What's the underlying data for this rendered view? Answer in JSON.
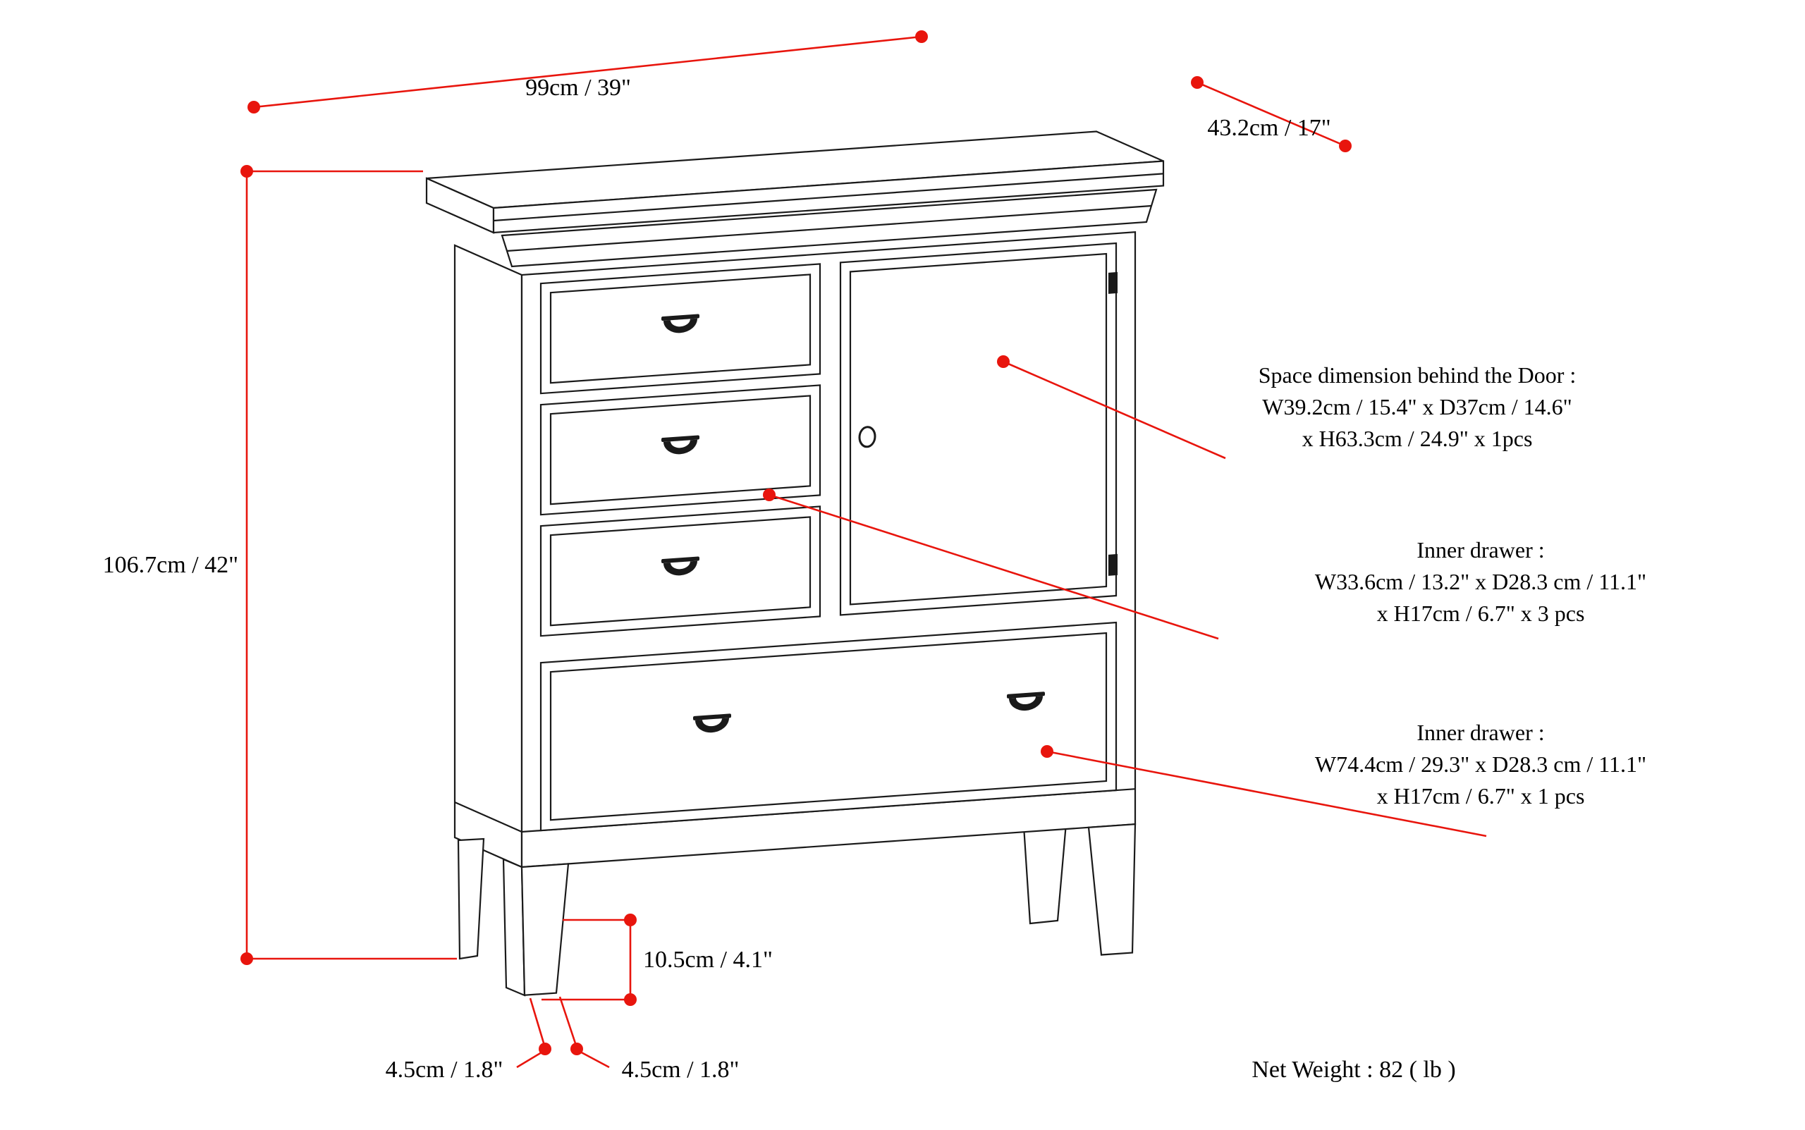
{
  "figure": {
    "type": "product-dimension-diagram",
    "product": "storage cabinet with three small drawers, one door and one large bottom drawer"
  },
  "colors": {
    "accent_red": "#e8150d",
    "line_black": "#1a1a1a",
    "background": "#ffffff"
  },
  "dimensions": {
    "width": "99cm / 39\"",
    "depth": "43.2cm / 17\"",
    "height": "106.7cm / 42\"",
    "leg_height": "10.5cm / 4.1\"",
    "leg_front_width": "4.5cm / 1.8\"",
    "leg_side_width": "4.5cm / 1.8\""
  },
  "annotations": {
    "door_space": {
      "line1": "Space dimension behind the Door :",
      "line2": "W39.2cm / 15.4\" x D37cm / 14.6\"",
      "line3": "x H63.3cm / 24.9\" x 1pcs"
    },
    "inner_drawer_small": {
      "line1": "Inner drawer :",
      "line2": "W33.6cm / 13.2\" x D28.3 cm / 11.1\"",
      "line3": "x H17cm / 6.7\" x 3 pcs"
    },
    "inner_drawer_large": {
      "line1": "Inner drawer :",
      "line2": "W74.4cm / 29.3\" x D28.3 cm / 11.1\"",
      "line3": "x H17cm / 6.7\" x 1 pcs"
    }
  },
  "footer": {
    "net_weight": "Net Weight : 82 ( lb )"
  }
}
